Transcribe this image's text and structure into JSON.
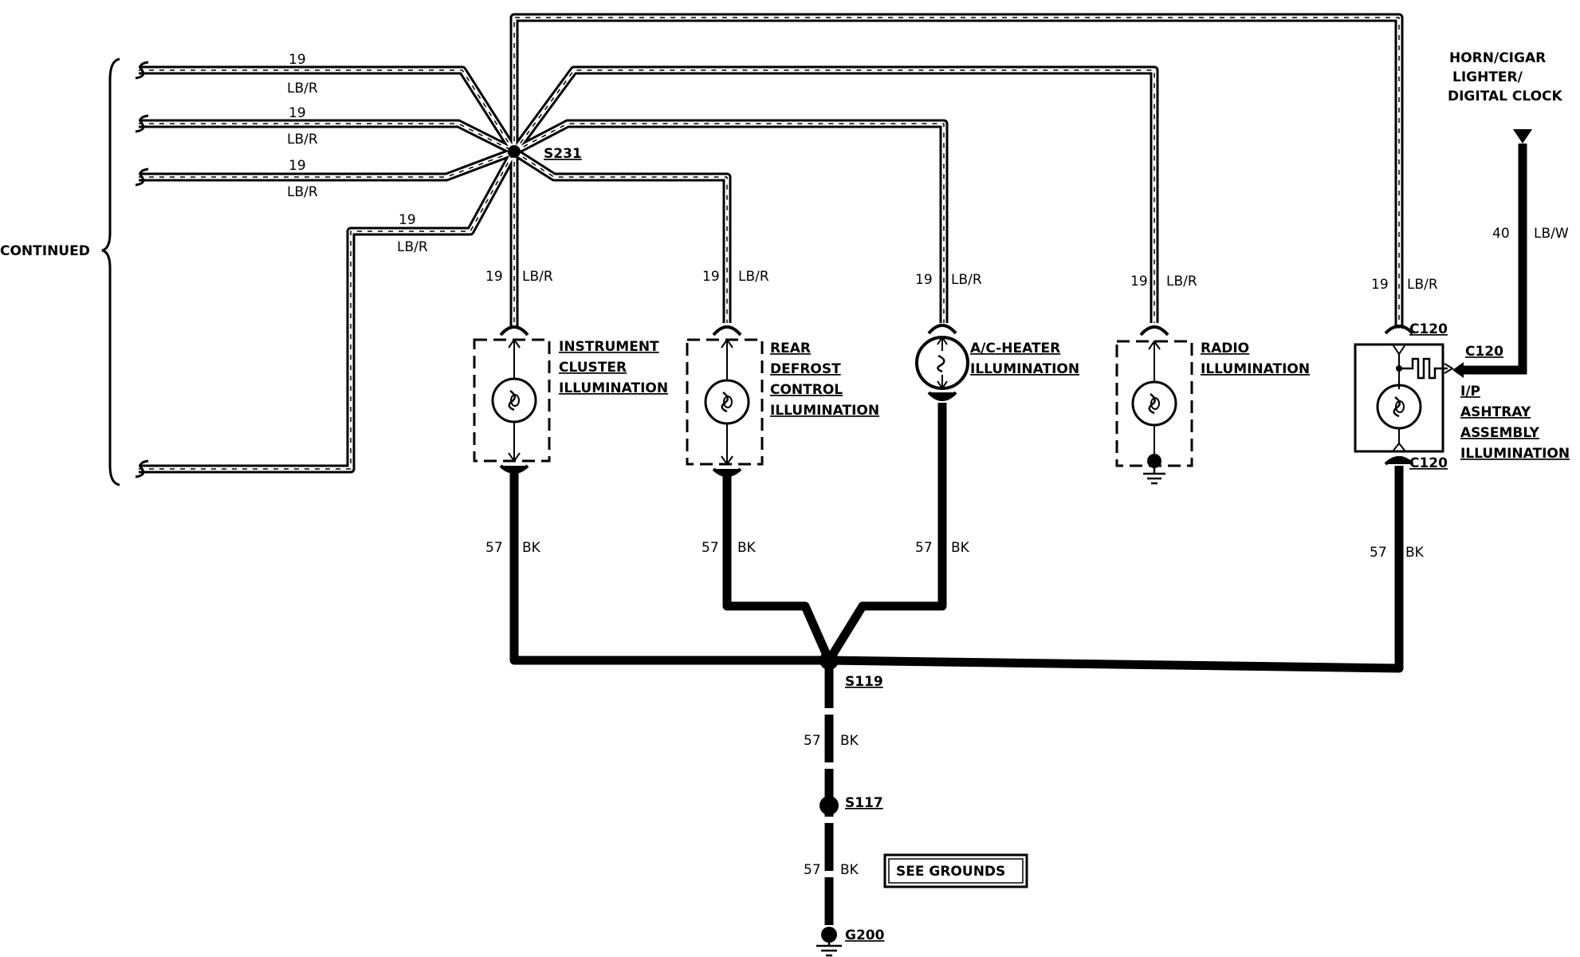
{
  "left_label": "CONTINUED",
  "splices": {
    "s231": "S231",
    "s119": "S119",
    "s117": "S117"
  },
  "ground": "G200",
  "see_grounds": "SEE GROUNDS",
  "power_source": [
    "HORN/CIGAR",
    "LIGHTER/",
    "DIGITAL CLOCK"
  ],
  "feed_wire": {
    "circuit": "19",
    "color": "LB/R"
  },
  "ground_wire": {
    "circuit": "57",
    "color": "BK"
  },
  "power_wire": {
    "circuit": "40",
    "color": "LB/W"
  },
  "connector": "C120",
  "components": {
    "instrument_cluster": [
      "INSTRUMENT",
      "CLUSTER",
      "ILLUMINATION"
    ],
    "rear_defrost": [
      "REAR",
      "DEFROST",
      "CONTROL",
      "ILLUMINATION"
    ],
    "ac_heater": [
      "A/C-HEATER",
      "ILLUMINATION"
    ],
    "radio": [
      "RADIO",
      "ILLUMINATION"
    ],
    "ashtray": [
      "I/P",
      "ASHTRAY",
      "ASSEMBLY",
      "ILLUMINATION"
    ]
  }
}
